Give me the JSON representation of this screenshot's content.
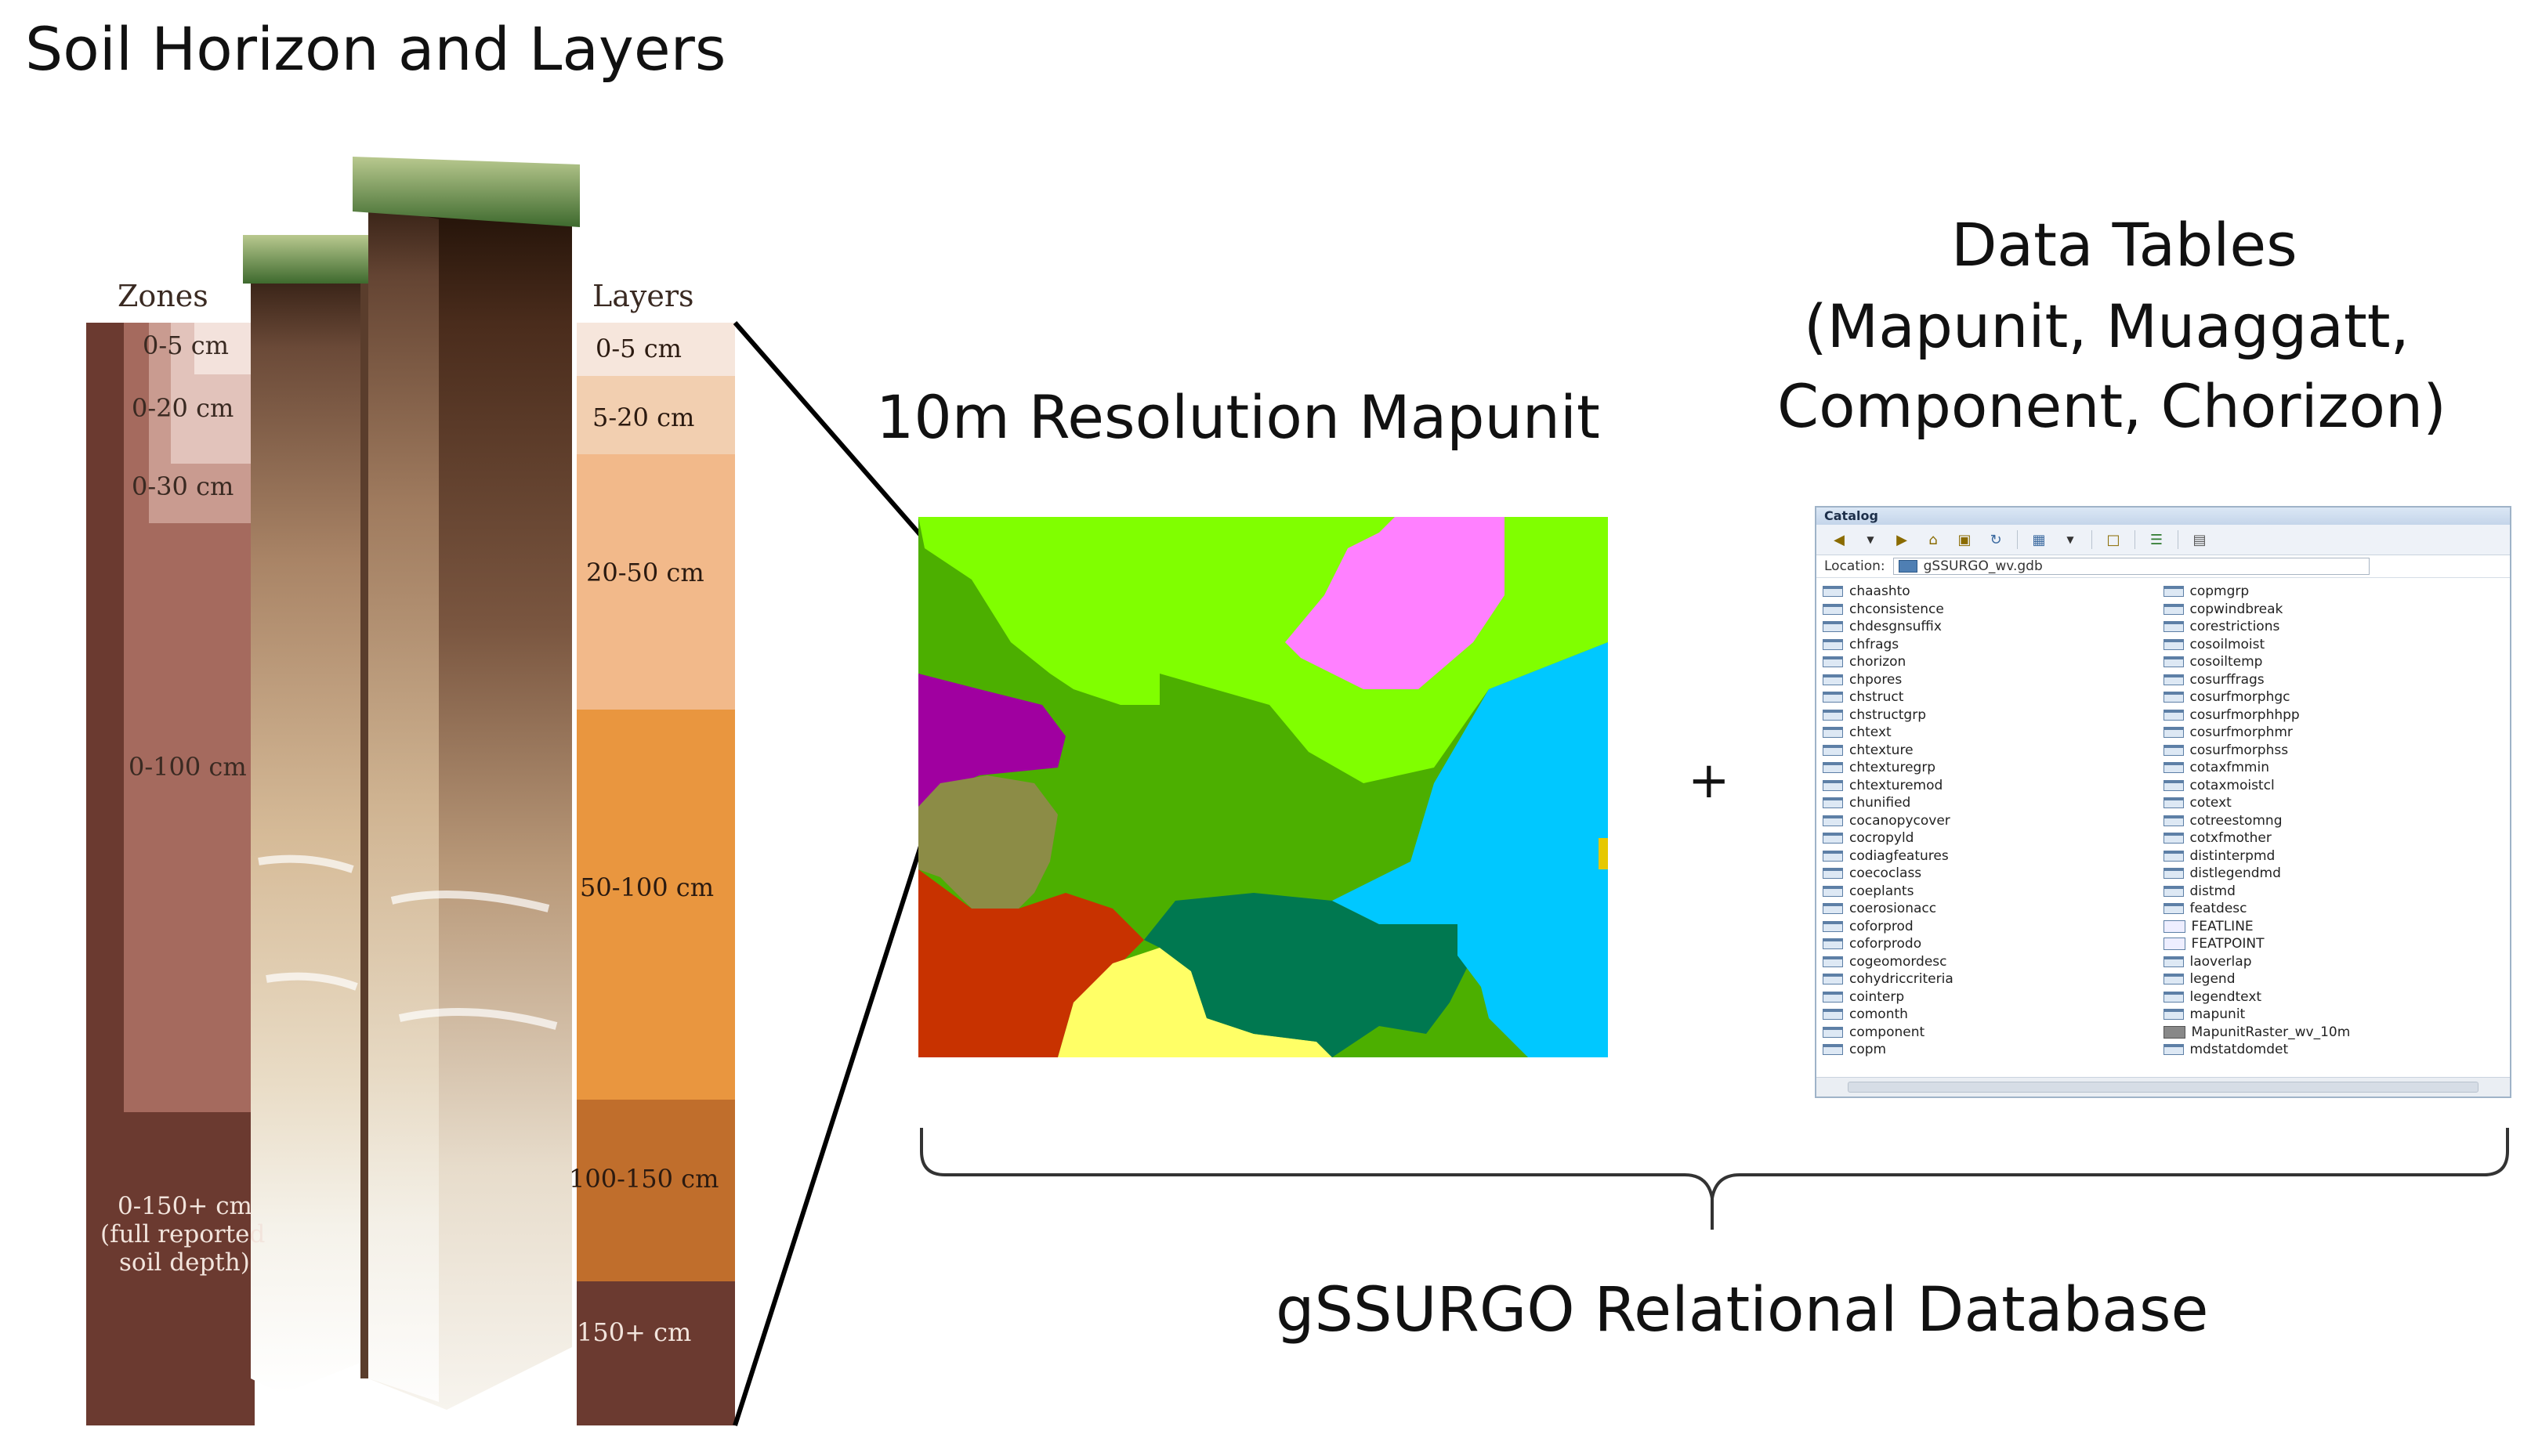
{
  "titles": {
    "soil": "Soil Horizon and Layers",
    "mapunit": "10m Resolution Mapunit",
    "tables_line1": "Data Tables",
    "tables_line2": "(Mapunit, Muaggatt,",
    "tables_line3": "Component, Chorizon)",
    "plus": "+",
    "database": "gSSURGO Relational Database"
  },
  "soil": {
    "zones_heading": "Zones",
    "layers_heading": "Layers",
    "zones": [
      "0-5 cm",
      "0-20 cm",
      "0-30 cm",
      "0-100 cm",
      "0-150+ cm",
      "(full reported",
      "soil depth)"
    ],
    "layers": [
      "0-5 cm",
      "5-20 cm",
      "20-50 cm",
      "50-100 cm",
      "100-150 cm",
      "150+ cm"
    ],
    "colors": {
      "zone_dark": "#6b3a30",
      "layer_0_5": "#f6e6dc",
      "layer_5_20": "#f2cfb0",
      "layer_20_50": "#f2b98a",
      "layer_50_100": "#e9963f",
      "layer_100_150": "#c06e2c",
      "layer_150_plus": "#6b3a30"
    }
  },
  "map": {
    "colors": [
      "#80ff00",
      "#4caf00",
      "#ff80ff",
      "#a000a0",
      "#8c8c46",
      "#c83200",
      "#ffff66",
      "#007850",
      "#00c8ff",
      "#e6c800"
    ]
  },
  "catalog": {
    "title": "Catalog",
    "location_label": "Location:",
    "location_value": "gSSURGO_wv.gdb",
    "left_items": [
      "chaashto",
      "chconsistence",
      "chdesgnsuffix",
      "chfrags",
      "chorizon",
      "chpores",
      "chstruct",
      "chstructgrp",
      "chtext",
      "chtexture",
      "chtexturegrp",
      "chtexturemod",
      "chunified",
      "cocanopycover",
      "cocropyld",
      "codiagfeatures",
      "coecoclass",
      "coeplants",
      "coerosionacc",
      "coforprod",
      "coforprodo",
      "cogeomordesc",
      "cohydriccriteria",
      "cointerp",
      "comonth",
      "component",
      "copm"
    ],
    "right_items": [
      "copmgrp",
      "copwindbreak",
      "corestrictions",
      "cosoilmoist",
      "cosoiltemp",
      "cosurffrags",
      "cosurfmorphgc",
      "cosurfmorphhpp",
      "cosurfmorphmr",
      "cosurfmorphss",
      "cotaxfmmin",
      "cotaxmoistcl",
      "cotext",
      "cotreestomng",
      "cotxfmother",
      "distinterpmd",
      "distlegendmd",
      "distmd",
      "featdesc",
      "FEATLINE",
      "FEATPOINT",
      "laoverlap",
      "legend",
      "legendtext",
      "mapunit",
      "MapunitRaster_wv_10m",
      "mdstatdomdet"
    ]
  }
}
